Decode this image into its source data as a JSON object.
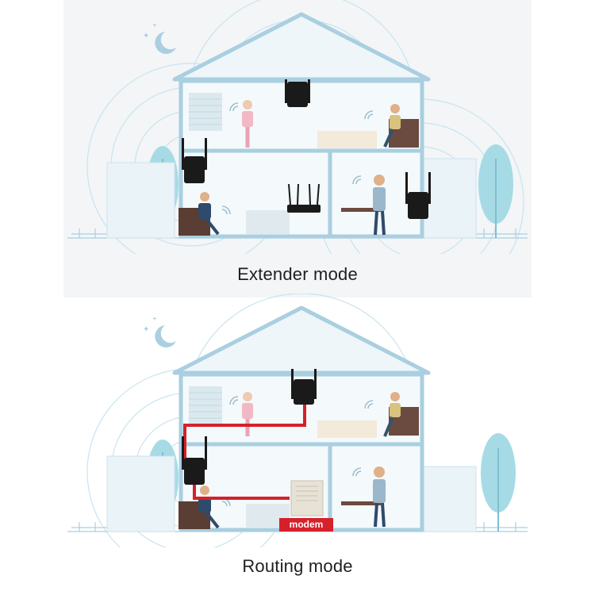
{
  "diagrams": [
    {
      "caption": "Extender mode"
    },
    {
      "caption": "Routing mode",
      "modem_label": "modem"
    }
  ],
  "colors": {
    "house_outline": "#a9cfe0",
    "house_fill": "#e8f3f8",
    "signal": "#bfe0ee",
    "device": "#1a1a1a",
    "cable": "#d6202a",
    "modem_label_bg": "#d6202a",
    "tree": "#a6dbe6"
  },
  "icons": [
    "moon-icon",
    "star-icon",
    "wifi-icon",
    "extender-icon",
    "router-icon",
    "person-icon",
    "tree-icon"
  ]
}
